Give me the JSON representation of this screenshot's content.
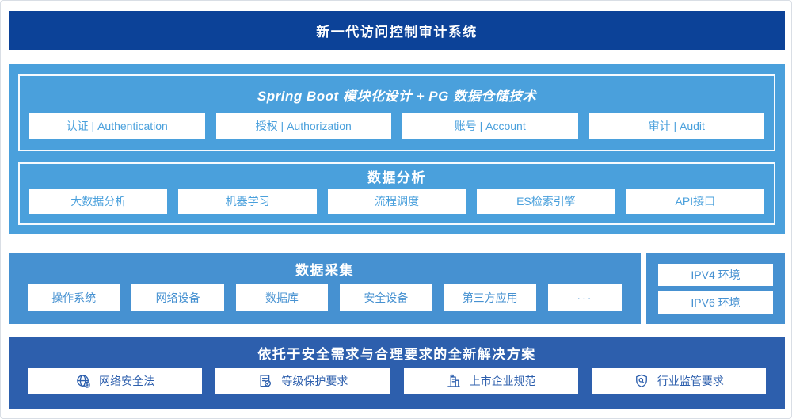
{
  "colors": {
    "navy": "#0c4298",
    "royal": "#2d5fad",
    "sky": "#4aa0dc",
    "mid": "#4691d1",
    "border": "#d9dee5"
  },
  "banner": {
    "title": "新一代访问控制审计系统"
  },
  "platform": {
    "title": "Spring Boot 模块化设计 + PG 数据仓储技术",
    "modules": [
      "认证 | Authentication",
      "授权 | Authorization",
      "账号 | Account",
      "审计 | Audit"
    ]
  },
  "analysis": {
    "title": "数据分析",
    "modules": [
      "大数据分析",
      "机器学习",
      "流程调度",
      "ES检索引擎",
      "API接口"
    ]
  },
  "collection": {
    "title": "数据采集",
    "modules": [
      "操作系统",
      "网络设备",
      "数据库",
      "安全设备",
      "第三方应用",
      "···"
    ]
  },
  "environments": {
    "items": [
      "IPV4 环境",
      "IPV6 环境"
    ]
  },
  "solution": {
    "title": "依托于安全需求与合理要求的全新解决方案",
    "items": [
      {
        "icon": "globe-security-icon",
        "label": "网络安全法"
      },
      {
        "icon": "compliance-check-icon",
        "label": "等级保护要求"
      },
      {
        "icon": "listed-company-icon",
        "label": "上市企业规范"
      },
      {
        "icon": "industry-supervision-icon",
        "label": "行业监管要求"
      }
    ]
  }
}
